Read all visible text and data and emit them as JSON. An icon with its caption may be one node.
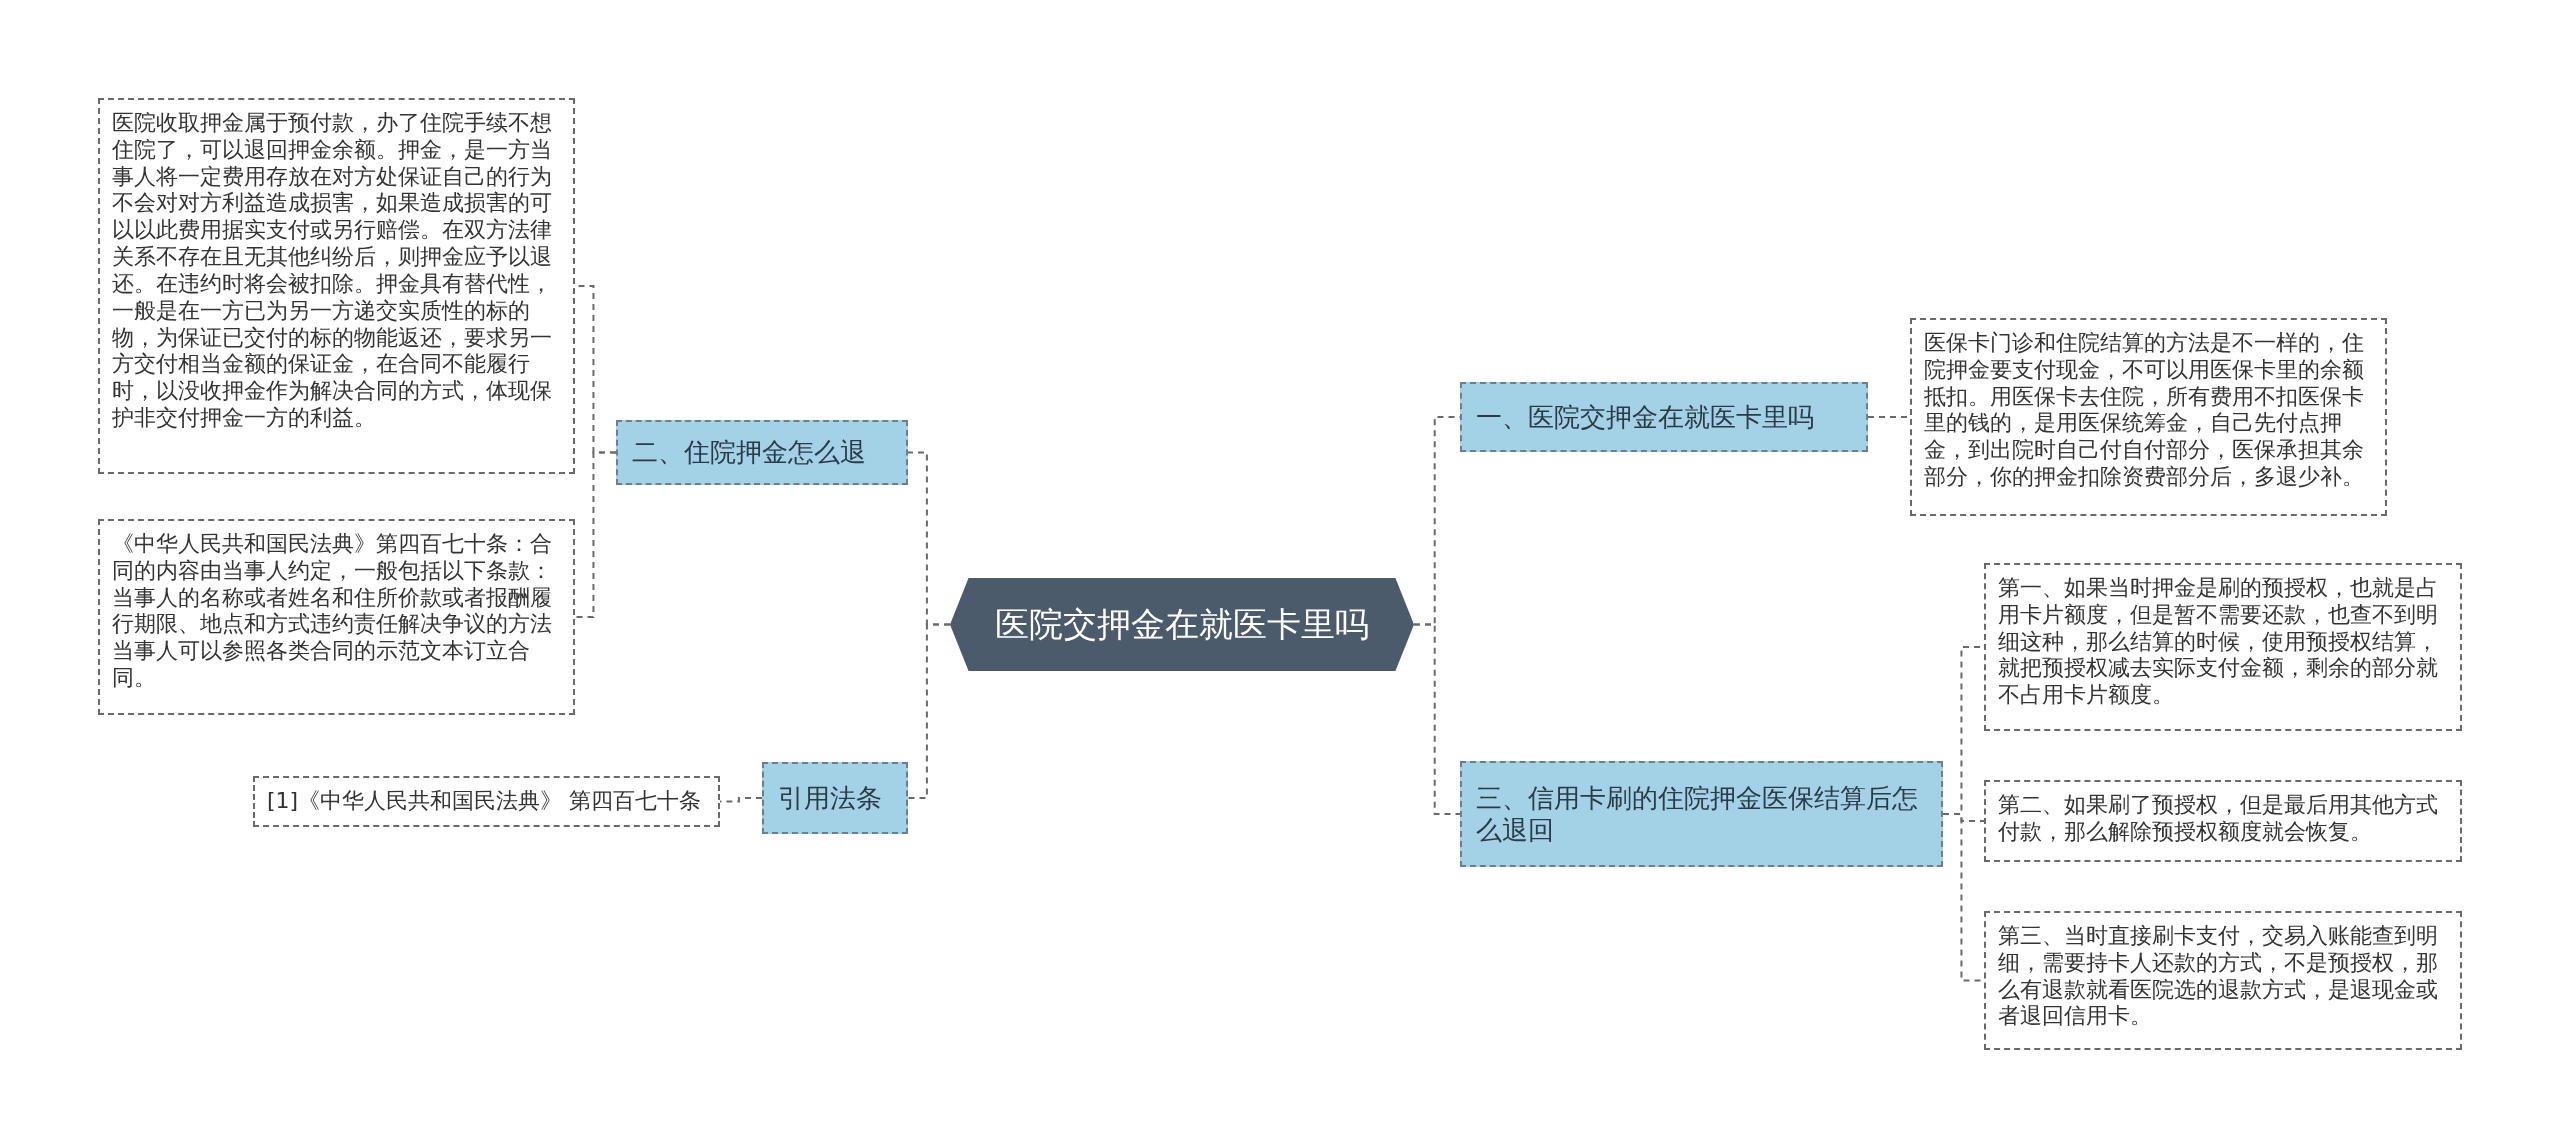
{
  "diagram": {
    "nodes": [
      {
        "text": [
          "医院交押金在就医卡里吗"
        ]
      },
      {
        "text": [
          "二、住院押金怎么退"
        ]
      },
      {
        "text": [
          "医院收取押金属于预付款，办了住院手续不想住院了，可以退回押金余额。押金，是一方当事人将一定费用存放在对方处保证自己的行为不会对对方利益造成损害，如果造成损害的可以以此费用据实支付或另行赔偿。在双方法律关系不存在且无其他纠纷后，则押金应予以退还。在违约时将会被扣除。押金具有替代性，一般是在一方已为另一方递交实质性的标的物，为保证已交付的标的物能返还，要求另一方交付相当金额的保证金，在合同不能履行时，以没收押金作为解决合同的方式，体现保护非交付押金一方的利益。"
        ]
      },
      {
        "text": [
          "《中华人民共和国民法典》第四百七十条：合同的内容由当事人约定，一般包括以下条款：当事人的名称或者姓名和住所价款或者报酬履行期限、地点和方式违约责任解决争议的方法当事人可以参照各类合同的示范文本订立合同。"
        ]
      },
      {
        "text": [
          "引用法条"
        ]
      },
      {
        "text": [
          "[1]《中华人民共和国民法典》 第四百七十条"
        ]
      },
      {
        "text": [
          "一、医院交押金在就医卡里吗"
        ]
      },
      {
        "text": [
          "医保卡门诊和住院结算的方法是不一样的，住院押金要支付现金，不可以用医保卡里的余额抵扣。用医保卡去住院，所有费用不扣医保卡里的钱的，是用医保统筹金，自己先付点押金，到出院时自己付自付部分，医保承担其余部分，你的押金扣除资费部分后，多退少补。"
        ]
      },
      {
        "text": [
          "三、信用卡刷的住院押金医保结算后怎么退回"
        ]
      },
      {
        "text": [
          "第一、如果当时押金是刷的预授权，也就是占用卡片额度，但是暂不需要还款，也查不到明细这种，那么结算的时候，使用预授权结算，就把预授权减去实际支付金额，剩余的部分就不占用卡片额度。"
        ]
      },
      {
        "text": [
          "第二、如果刷了预授权，但是最后用其他方式付款，那么解除预授权额度就会恢复。"
        ]
      },
      {
        "text": [
          "第三、当时直接刷卡支付，交易入账能查到明细，需要持卡人还款的方式，不是预授权，那么有退款就看医院选的退款方式，是退现金或者退回信用卡。"
        ]
      }
    ],
    "edges": [
      {
        "from": 0,
        "to": 1,
        "arrow": "none"
      },
      {
        "from": 1,
        "to": 2,
        "arrow": "none"
      },
      {
        "from": 1,
        "to": 3,
        "arrow": "none"
      },
      {
        "from": 0,
        "to": 4,
        "arrow": "none"
      },
      {
        "from": 4,
        "to": 5,
        "arrow": "none"
      },
      {
        "from": 0,
        "to": 6,
        "arrow": "none"
      },
      {
        "from": 6,
        "to": 7,
        "arrow": "none"
      },
      {
        "from": 0,
        "to": 8,
        "arrow": "none"
      },
      {
        "from": 8,
        "to": 9,
        "arrow": "none"
      },
      {
        "from": 8,
        "to": 10,
        "arrow": "none"
      },
      {
        "from": 8,
        "to": 11,
        "arrow": "none"
      }
    ]
  }
}
